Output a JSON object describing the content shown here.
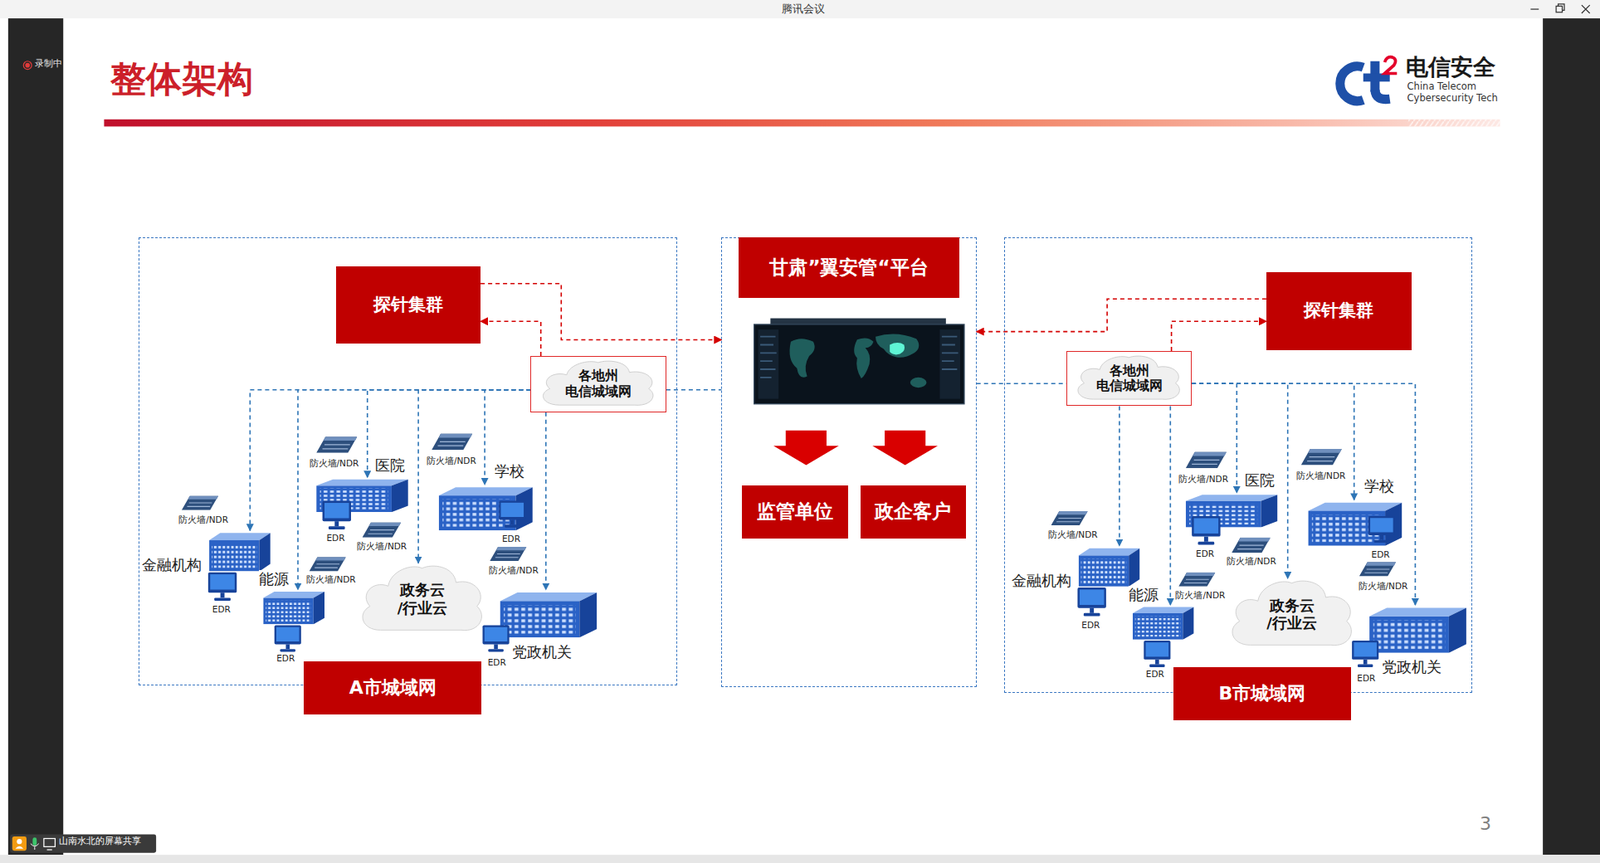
{
  "diagram": {
    "title": "整体架构",
    "nodes": [
      {
        "text": [
          "A市城域网"
        ]
      },
      {
        "text": [
          "探针集群"
        ],
        "in": 0
      },
      {
        "text": [
          "各地州 电信城域网"
        ],
        "in": 0
      },
      {
        "text": [
          "医院"
        ],
        "in": 0
      },
      {
        "text": [
          "学校"
        ],
        "in": 0
      },
      {
        "text": [
          "金融机构"
        ],
        "in": 0
      },
      {
        "text": [
          "政务云 /行业云"
        ],
        "in": 0
      },
      {
        "text": [
          "能源"
        ],
        "in": 0
      },
      {
        "text": [
          "党政机关"
        ],
        "in": 0
      },
      {
        "text": [
          "甘肃”翼安管“平台"
        ]
      },
      {
        "text": [
          "监管单位"
        ],
        "in": 9
      },
      {
        "text": [
          "政企客户"
        ],
        "in": 9
      },
      {
        "text": [
          "B市城域网"
        ]
      },
      {
        "text": [
          "探针集群"
        ],
        "in": 12
      },
      {
        "text": [
          "各地州 电信城域网"
        ],
        "in": 12
      },
      {
        "text": [
          "医院"
        ],
        "in": 12
      },
      {
        "text": [
          "学校"
        ],
        "in": 12
      },
      {
        "text": [
          "金融机构"
        ],
        "in": 12
      },
      {
        "text": [
          "政务云 /行业云"
        ],
        "in": 12
      },
      {
        "text": [
          "能源"
        ],
        "in": 12
      },
      {
        "text": [
          "党政机关"
        ],
        "in": 12
      }
    ],
    "edges": [
      {
        "from": 1,
        "to": 9,
        "arrow": "to"
      },
      {
        "from": 2,
        "to": 1,
        "arrow": "to"
      },
      {
        "from": 2,
        "to": 9,
        "arrow": "none"
      },
      {
        "from": 2,
        "to": 5,
        "arrow": "to"
      },
      {
        "from": 2,
        "to": 7,
        "arrow": "to"
      },
      {
        "from": 2,
        "to": 3,
        "arrow": "to"
      },
      {
        "from": 2,
        "to": 6,
        "arrow": "to"
      },
      {
        "from": 2,
        "to": 4,
        "arrow": "to"
      },
      {
        "from": 2,
        "to": 8,
        "arrow": "to"
      },
      {
        "from": 13,
        "to": 9,
        "arrow": "to"
      },
      {
        "from": 14,
        "to": 13,
        "arrow": "to"
      },
      {
        "from": 9,
        "to": 14,
        "arrow": "none"
      },
      {
        "from": 14,
        "to": 17,
        "arrow": "to"
      },
      {
        "from": 14,
        "to": 19,
        "arrow": "to"
      },
      {
        "from": 14,
        "to": 15,
        "arrow": "to"
      },
      {
        "from": 14,
        "to": 18,
        "arrow": "to"
      },
      {
        "from": 14,
        "to": 16,
        "arrow": "to"
      },
      {
        "from": 14,
        "to": 20,
        "arrow": "to"
      }
    ],
    "labels": [
      "腾讯会议",
      "录制中",
      "电信安全",
      "China Telecom",
      "Cybersecurity Tech",
      "防火墙/NDR",
      "防火墙/NDR",
      "防火墙/NDR",
      "EDR",
      "EDR",
      "防火墙/NDR",
      "防火墙/NDR",
      "防火墙/NDR",
      "EDR",
      "EDR",
      "EDR",
      "防火墙/NDR",
      "防火墙/NDR",
      "防火墙/NDR",
      "EDR",
      "EDR",
      "防火墙/NDR",
      "防火墙/NDR",
      "防火墙/NDR",
      "EDR",
      "EDR",
      "EDR",
      "3",
      "山南水北的屏幕共享"
    ]
  }
}
